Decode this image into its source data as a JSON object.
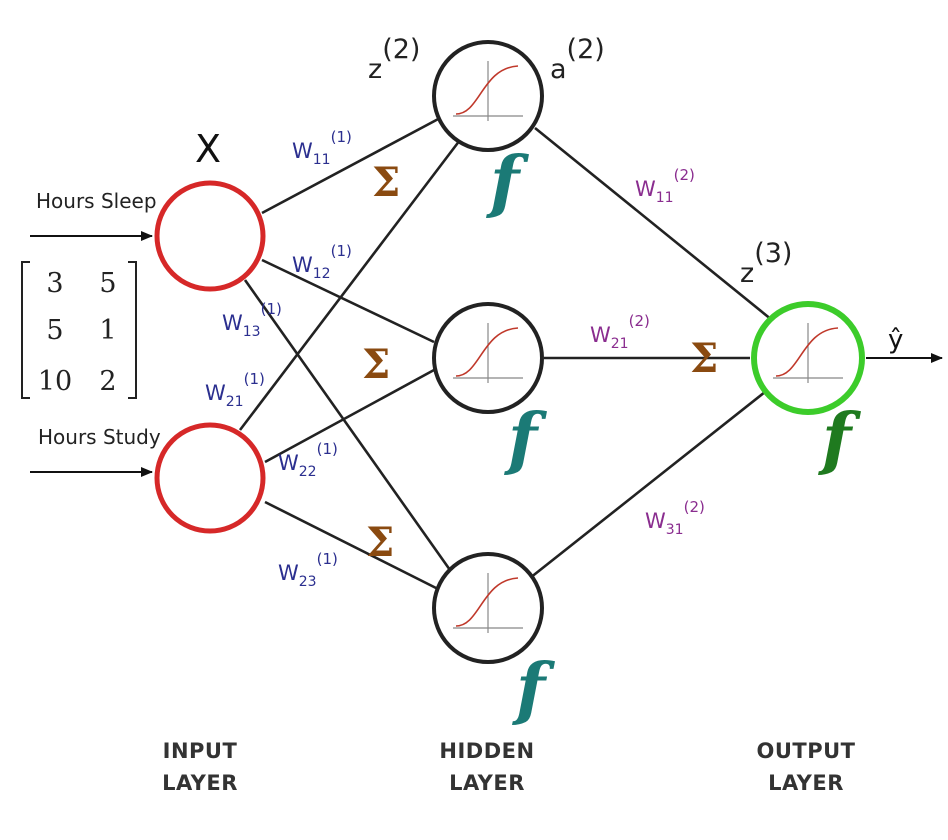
{
  "input_symbol": "X",
  "inputs": [
    {
      "label": "Hours Sleep"
    },
    {
      "label": "Hours Study"
    }
  ],
  "matrix": {
    "rows": [
      [
        "3",
        "5"
      ],
      [
        "5",
        "1"
      ],
      [
        "10",
        "2"
      ]
    ]
  },
  "hidden_z": {
    "base": "z",
    "sup": "(2)"
  },
  "hidden_a": {
    "base": "a",
    "sup": "(2)"
  },
  "output_z": {
    "base": "z",
    "sup": "(3)"
  },
  "output_label": "ŷ",
  "sigma_symbol": "Σ",
  "activation_symbol": "f",
  "weights_layer1": [
    {
      "id": "w11",
      "base": "W",
      "sub": "11",
      "sup": "(1)"
    },
    {
      "id": "w12",
      "base": "W",
      "sub": "12",
      "sup": "(1)"
    },
    {
      "id": "w13",
      "base": "W",
      "sub": "13",
      "sup": "(1)"
    },
    {
      "id": "w21",
      "base": "W",
      "sub": "21",
      "sup": "(1)"
    },
    {
      "id": "w22",
      "base": "W",
      "sub": "22",
      "sup": "(1)"
    },
    {
      "id": "w23",
      "base": "W",
      "sub": "23",
      "sup": "(1)"
    }
  ],
  "weights_layer2": [
    {
      "id": "w11",
      "base": "W",
      "sub": "11",
      "sup": "(2)"
    },
    {
      "id": "w21",
      "base": "W",
      "sub": "21",
      "sup": "(2)"
    },
    {
      "id": "w31",
      "base": "W",
      "sub": "31",
      "sup": "(2)"
    }
  ],
  "layers": [
    {
      "line1": "INPUT",
      "line2": "LAYER"
    },
    {
      "line1": "HIDDEN",
      "line2": "LAYER"
    },
    {
      "line1": "OUTPUT",
      "line2": "LAYER"
    }
  ],
  "colors": {
    "input_node": "#d62828",
    "hidden_node": "#222222",
    "output_node": "#3ccc2a",
    "hidden_f": "#1b7a76",
    "output_f": "#1f7a1f",
    "weight1": "#2b2f8f",
    "weight2": "#8a2d8f",
    "sigma": "#8a4a10",
    "sigmoid": "#c0392b"
  }
}
